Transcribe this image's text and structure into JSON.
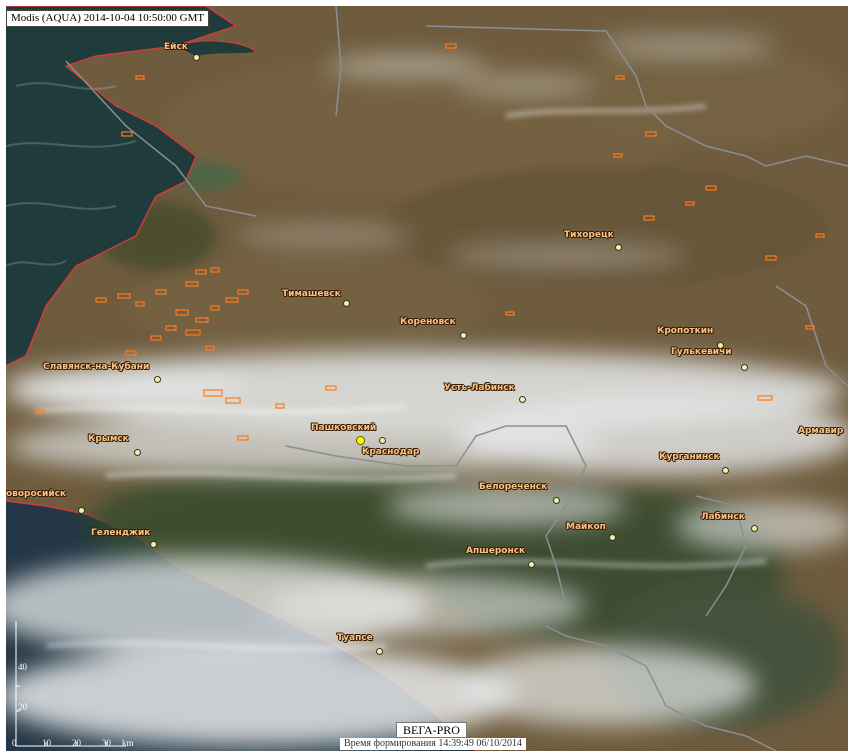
{
  "header": {
    "title": "Modis (AQUA) 2014-10-04 10:50:00 GMT"
  },
  "footer": {
    "brand": "ВЕГА-PRO",
    "timestamp": "Время формирования 14:39:49 06/10/2014"
  },
  "scale": {
    "ticks_x": [
      "0",
      "10",
      "20",
      "30",
      "km"
    ],
    "ticks_y": [
      "40",
      "20"
    ]
  },
  "cities": [
    {
      "name": "Ейск",
      "label": "Ейск"
    },
    {
      "name": "Тихорецк",
      "label": "Тихорецк"
    },
    {
      "name": "Тимашевск",
      "label": "Тимашевск"
    },
    {
      "name": "Кореновск",
      "label": "Кореновск"
    },
    {
      "name": "Кропоткин",
      "label": "Кропоткин"
    },
    {
      "name": "Гулькевичи",
      "label": "Гулькевичи"
    },
    {
      "name": "Славянск-на-Кубани",
      "label": "Славянск-на-Кубани"
    },
    {
      "name": "Усть-Лабинск",
      "label": "Усть-Лабинск"
    },
    {
      "name": "Крымск",
      "label": "Крымск"
    },
    {
      "name": "Пашковский",
      "label": "Пашковский"
    },
    {
      "name": "Краснодар",
      "label": "Краснодар"
    },
    {
      "name": "Армавир",
      "label": "Армавир"
    },
    {
      "name": "Курганинск",
      "label": "Курганинск"
    },
    {
      "name": "Новороссийск",
      "label": "оворосийск"
    },
    {
      "name": "Белореченск",
      "label": "Белореченск"
    },
    {
      "name": "Геленджик",
      "label": "Геленджик"
    },
    {
      "name": "Майкоп",
      "label": "Майкоп"
    },
    {
      "name": "Лабинск",
      "label": "Лабинск"
    },
    {
      "name": "Апшеронск",
      "label": "Апшеронск"
    },
    {
      "name": "Туапсе",
      "label": "Туапсе"
    }
  ],
  "colors": {
    "sea": "#1f3b3c",
    "land": "#6b5a3c",
    "cloud": "#e6e9ea",
    "fire": "#ff7a1a",
    "border": "#8a8f95",
    "coast": "#d23a3a"
  }
}
